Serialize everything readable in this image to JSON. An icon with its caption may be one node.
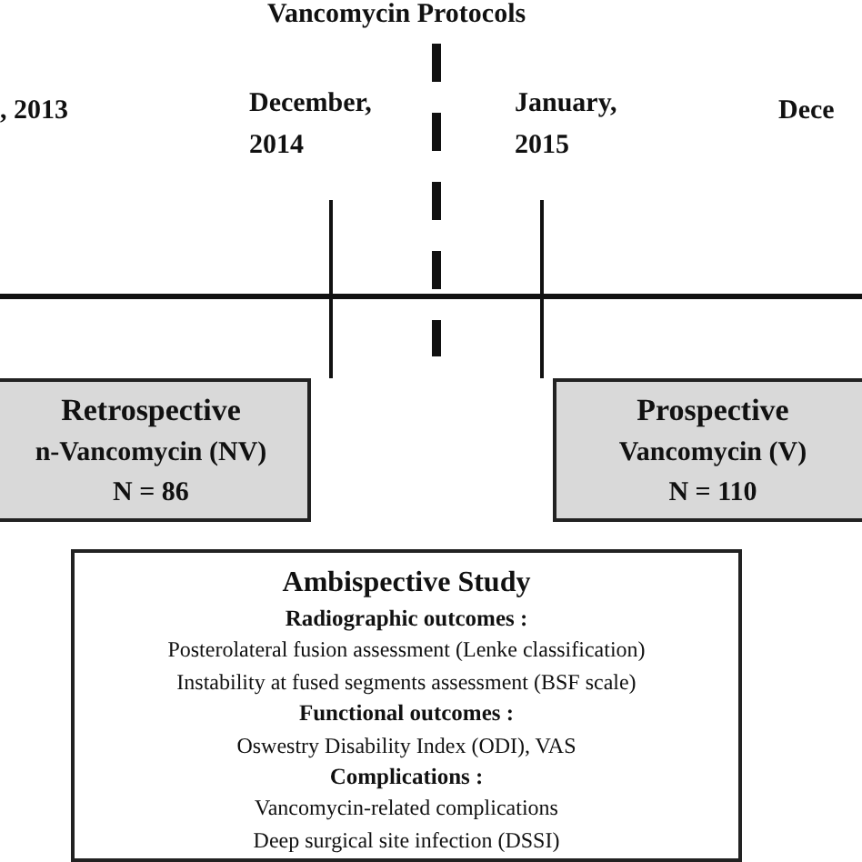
{
  "diagram": {
    "nodes": [
      {
        "text": [
          "Retrospective",
          "n-Vancomycin (NV)",
          "N = 86"
        ]
      },
      {
        "text": [
          "Prospective",
          "Vancomycin (V)",
          "N = 110"
        ]
      },
      {
        "text": [
          "Ambispective Study",
          "Radiographic outcomes :",
          "Posterolateral fusion assessment (Lenke classification)",
          "Instability at fused segments assessment (BSF scale)",
          "Functional outcomes :",
          "Oswestry Disability Index (ODI), VAS",
          "Complications :",
          "Vancomycin-related complications",
          "Deep surgical site infection (DSSI)"
        ]
      }
    ],
    "labels": [
      "Vancomycin Protocols",
      ", 2013",
      "December, 2014",
      "January, 2015",
      "Dece"
    ]
  }
}
